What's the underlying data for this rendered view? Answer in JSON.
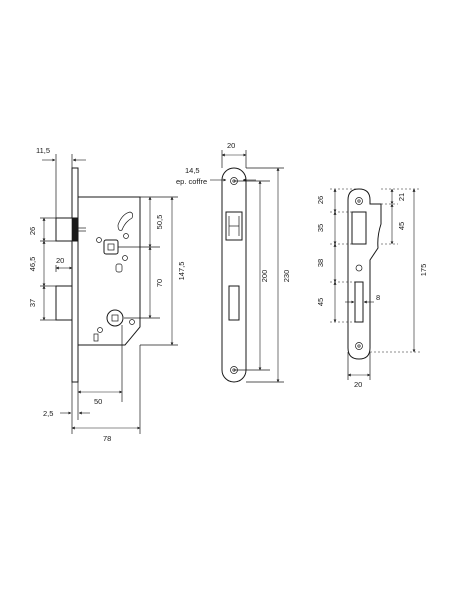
{
  "dimensions": {
    "lock_body": {
      "faceplate_offset": "11,5",
      "latch_height": "26",
      "latch_spacing": "46,5",
      "follower_width": "20",
      "bolt_height": "37",
      "faceplate_thickness": "2,5",
      "backset": "50",
      "case_depth": "78",
      "top_to_follower": "50,5",
      "follower_to_cylinder": "70",
      "case_height": "147,5"
    },
    "faceplate": {
      "width": "20",
      "case_thickness": "14,5",
      "case_thickness_label": "ep. coffre",
      "case_length": "200",
      "total_length": "230"
    },
    "strike_plate": {
      "latch_opening_top": "26",
      "latch_opening_height": "35",
      "spacing": "38",
      "bolt_opening_height": "45",
      "offset": "21",
      "latch_pocket": "45",
      "total_length": "175",
      "bolt_opening_width": "8",
      "width": "20"
    }
  }
}
